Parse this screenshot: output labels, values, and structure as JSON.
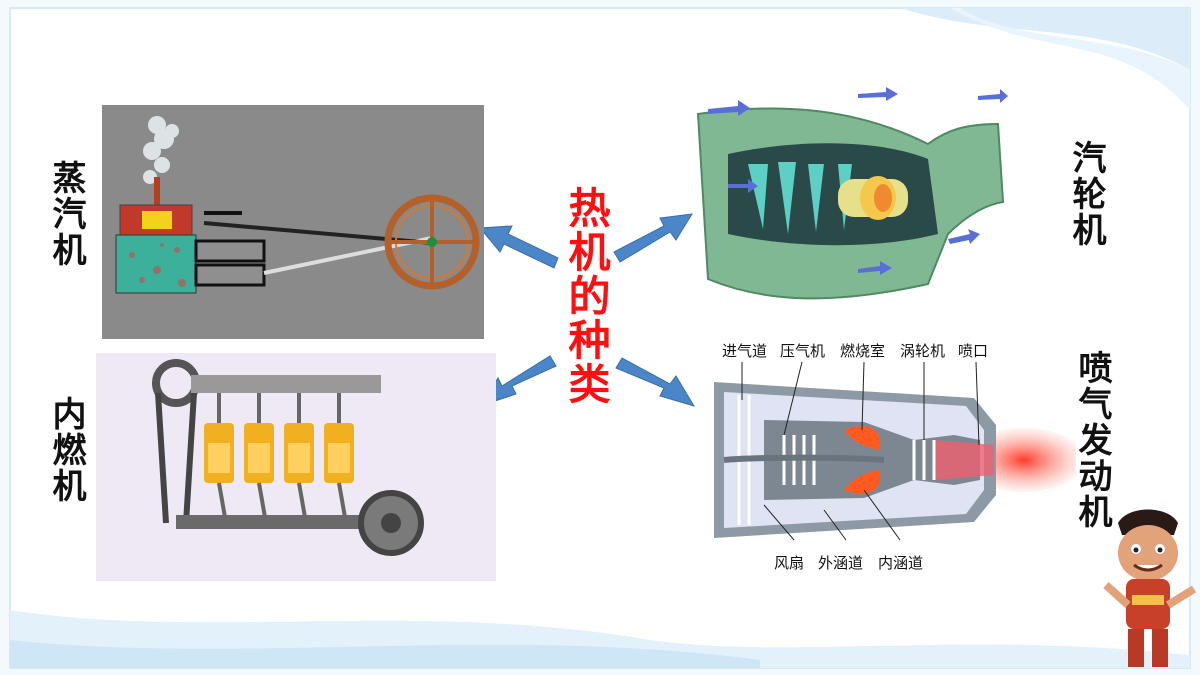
{
  "title": "热机的种类",
  "engines": {
    "steam": "蒸汽机",
    "turbine": "汽轮机",
    "internal_combustion": "内燃机",
    "jet": "喷气发动机"
  },
  "jet_diagram": {
    "top_labels": [
      "进气道",
      "压气机",
      "燃烧室",
      "涡轮机",
      "喷口"
    ],
    "bottom_labels": [
      "风扇",
      "外涵道",
      "内涵道"
    ]
  },
  "colors": {
    "title": "#ff1010",
    "arrow": "#4a86c8",
    "frame": "#cfe6f6"
  }
}
